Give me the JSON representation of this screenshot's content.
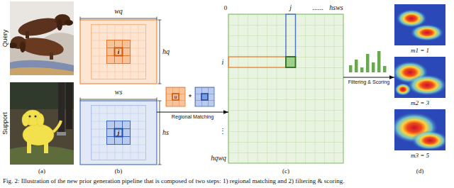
{
  "diagram": {
    "caption": "Fig. 2: Illustration of the new prior generation pipeline that is composed of two steps: 1) regional matching and 2) filtering & scoring.",
    "nodes": [
      {
        "text": [
          "Query"
        ]
      },
      {
        "text": [
          "Support"
        ]
      },
      {
        "text": [
          "wq",
          "hq",
          "i"
        ]
      },
      {
        "text": [
          "ws",
          "hs",
          "j"
        ]
      },
      {
        "text": [
          "u"
        ]
      },
      {
        "text": [
          "0",
          "j",
          "......",
          "hsws",
          "i",
          "⋮",
          "hqwq"
        ]
      },
      {
        "text": [
          "m1 = 1"
        ]
      },
      {
        "text": [
          "m2 = 3"
        ]
      },
      {
        "text": [
          "m3 = 5"
        ]
      }
    ],
    "edges": [
      {
        "from": 3,
        "to": 5,
        "arrow": "to",
        "label": "Regional Matching"
      },
      {
        "from": 5,
        "to": 7,
        "arrow": "to",
        "label": "Filtering & Scoring"
      }
    ],
    "labels": [
      "*",
      "(a)",
      "(b)",
      "(c)",
      "(d)"
    ]
  }
}
